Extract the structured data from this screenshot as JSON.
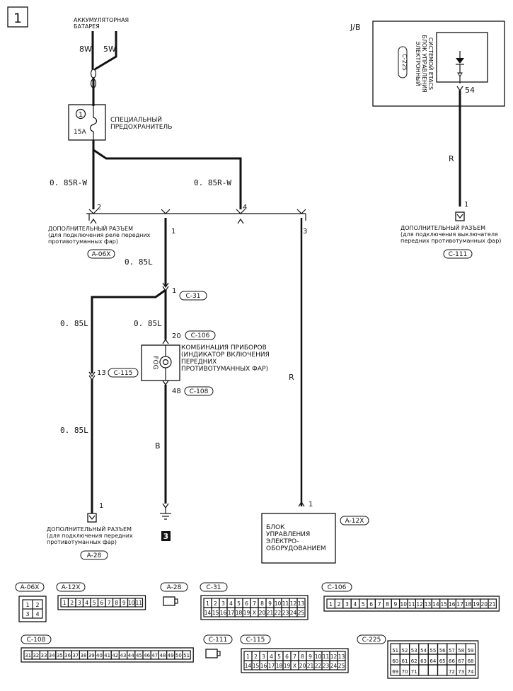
{
  "page": {
    "number": "1"
  },
  "battery": {
    "lines": [
      "АККУМУЛЯТОРНАЯ",
      "БАТАРЕЯ"
    ],
    "wire_left": "8W",
    "wire_right": "5W"
  },
  "fuse": {
    "number": "1",
    "rating": "15A",
    "lines": [
      "СПЕЦИАЛЬНЫЙ",
      "ПРЕДОХРАНИТЕЛЬ"
    ]
  },
  "wires": {
    "w_left_top": "0. 85R-W",
    "w_right_top": "0. 85R-W",
    "w_mid": "0. 85L",
    "w_left_mid": "0. 85L",
    "w_center": "0. 85L",
    "w_left_low": "0. 85L",
    "w_ground": "B",
    "w_r_right": "R",
    "w_r_jb": "R"
  },
  "conn_a06x": {
    "id": "A-06X",
    "lines": [
      "ДОПОЛНИТЕЛЬНЫЙ РАЗЪЕМ",
      "(для подключения реле передних",
      "противотуманных фар)"
    ],
    "pins": {
      "p1": "1",
      "p2": "2",
      "p3": "3",
      "p4": "4"
    }
  },
  "conn_c31": {
    "id": "C-31",
    "pin": "1"
  },
  "cluster": {
    "label": "FOG",
    "lines": [
      "КОМБИНАЦИЯ ПРИБОРОВ",
      "(ИНДИКАТОР ВКЛЮЧЕНИЯ",
      "ПЕРЕДНИХ",
      "ПРОТИВОТУМАННЫХ ФАР)"
    ],
    "pin_top": "20",
    "conn_top": "C-106",
    "pin_bottom": "48",
    "conn_bottom": "C-108"
  },
  "conn_c115": {
    "id": "C-115",
    "pin": "13"
  },
  "conn_a28": {
    "id": "A-28",
    "pin": "1",
    "lines": [
      "ДОПОЛНИТЕЛЬНЫЙ РАЗЪЕМ",
      "(для подключения передних",
      "противотуманных фар)"
    ]
  },
  "ground": {
    "ref": "3"
  },
  "conn_a12x": {
    "id": "A-12X",
    "pin": "1",
    "lines": [
      "БЛОК",
      "УПРАВЛЕНИЯ",
      "ЭЛЕКТРО-",
      "ОБОРУДОВАНИЕМ"
    ]
  },
  "jb": {
    "label": "J/B",
    "lines": [
      "ЭЛЕКТРОННЫЙ",
      "БЛОК УПРАВЛЕНИЯ",
      "СИСТЕМОЙ ETACS"
    ],
    "conn": "C-225",
    "pin": "54"
  },
  "conn_c111": {
    "id": "C-111",
    "pin": "1",
    "lines": [
      "ДОПОЛНИТЕЛЬНЫЙ РАЗЪЕМ",
      "(для подключения выключателя",
      "передних противотуманных фар)"
    ]
  },
  "legend": {
    "a06x": {
      "id": "A-06X",
      "cells": [
        "1",
        "2",
        "3",
        "4"
      ]
    },
    "a12x": {
      "id": "A-12X",
      "cells": [
        "1",
        "2",
        "3",
        "4",
        "5",
        "6",
        "7",
        "8",
        "9",
        "10",
        "11"
      ]
    },
    "a28": {
      "id": "A-28"
    },
    "c31": {
      "id": "C-31",
      "row1": [
        "1",
        "2",
        "3",
        "4",
        "5",
        "6",
        "7",
        "8",
        "9",
        "10",
        "11",
        "12",
        "13"
      ],
      "row2": [
        "14",
        "15",
        "16",
        "17",
        "18",
        "19",
        "X",
        "20",
        "21",
        "22",
        "23",
        "24",
        "25"
      ]
    },
    "c106": {
      "id": "C-106",
      "cells": [
        "1",
        "2",
        "3",
        "4",
        "5",
        "6",
        "7",
        "8",
        "9",
        "10",
        "11",
        "12",
        "13",
        "14",
        "15",
        "16",
        "17",
        "18",
        "19",
        "20",
        "21"
      ]
    },
    "c108": {
      "id": "C-108",
      "cells": [
        "31",
        "32",
        "33",
        "34",
        "35",
        "36",
        "37",
        "38",
        "39",
        "40",
        "41",
        "42",
        "43",
        "44",
        "45",
        "46",
        "47",
        "48",
        "49",
        "50",
        "51"
      ]
    },
    "c111": {
      "id": "C-111"
    },
    "c115": {
      "id": "C-115",
      "row1": [
        "1",
        "2",
        "3",
        "4",
        "5",
        "6",
        "7",
        "8",
        "9",
        "10",
        "11",
        "12",
        "13"
      ],
      "row2": [
        "14",
        "15",
        "16",
        "17",
        "18",
        "19",
        "X",
        "20",
        "21",
        "22",
        "23",
        "24",
        "25"
      ]
    },
    "c225": {
      "id": "C-225",
      "row1": [
        "51",
        "52",
        "53",
        "54",
        "55",
        "56",
        "57",
        "58",
        "59"
      ],
      "row2": [
        "60",
        "61",
        "62",
        "63",
        "64",
        "65",
        "66",
        "67",
        "68"
      ],
      "row3": [
        "69",
        "70",
        "71",
        "",
        "",
        "",
        "72",
        "73",
        "74"
      ]
    }
  }
}
